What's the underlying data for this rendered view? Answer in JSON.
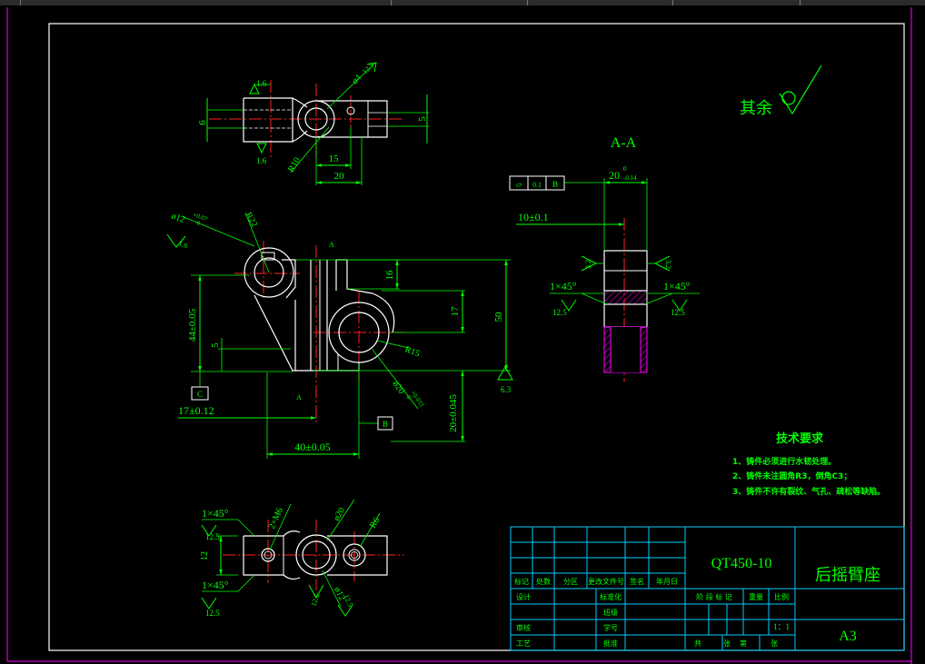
{
  "colors": {
    "background": "#000000",
    "frame": "#ffffff",
    "dimension": "#00ff00",
    "centerline": "#ff2020",
    "outline": "#ffffff",
    "table": "#00ccff",
    "hatch": "#ff00ff",
    "text": "#00ff00"
  },
  "top_view": {
    "dims": [
      "1.6",
      "ø4",
      "12.5",
      "6",
      "5",
      "1.6",
      "R10",
      "15",
      "20"
    ]
  },
  "section": {
    "title": "A-A",
    "width_dim": "20",
    "width_tol_upper": "0",
    "width_tol_lower": "-0.14",
    "flatness_symbol": "⏥",
    "flatness_value": "0.1",
    "flatness_datum": "B",
    "offset_dim": "10±0.1",
    "roughness_left": "3.2",
    "roughness_right": "3.2",
    "chamfer_left": "1×45°",
    "chamfer_right": "1×45°",
    "ra_left": "12.5",
    "ra_right": "12.5"
  },
  "front_view": {
    "hole_small_dim": "ø12",
    "hole_small_tol_upper": "+0.07",
    "hole_small_tol_lower": "0",
    "hole_small_ra": "1.6",
    "r22": "R22",
    "d16": "16",
    "d17": "17",
    "d50": "50",
    "r15": "R15",
    "d44": "44±0.05",
    "d5": "5",
    "ra63": "6.3",
    "bore_dim": "ø20",
    "bore_tol_upper": "+0.033",
    "bore_tol_lower": "0",
    "datum_c": "C",
    "d17_tol": "17±0.12",
    "datum_b": "B",
    "d20_tol": "20±0.045",
    "d40_tol": "40±0.05",
    "section_mark": "A"
  },
  "bottom_view": {
    "chamfer_top": "1×45°",
    "ra_top": "12.5",
    "hole_spec": "2×M6",
    "d_phi20": "ø20",
    "r6": "R6",
    "d12": "12",
    "chamfer_bottom": "1×45°",
    "ra_bottom": "12.5",
    "ra_b2": "12.5",
    "ra_b3": "12.5",
    "phi12": "ø12"
  },
  "surface_finish": {
    "label": "其余"
  },
  "tech_requirements": {
    "title": "技术要求",
    "items": [
      "1、铸件必须进行水韧处理。",
      "2、铸件未注圆角R3，倒角C3；",
      "3、铸件不许有裂纹、气孔、疏松等缺陷。"
    ]
  },
  "title_block": {
    "material": "QT450-10",
    "part_name": "后摇臂座",
    "sheet_size": "A3",
    "scale": "1：1",
    "row_labels": [
      "标记",
      "处数",
      "分区",
      "更改文件号",
      "签名",
      "年月日"
    ],
    "left_labels": [
      "设计",
      "审核",
      "工艺"
    ],
    "mid_labels": [
      "标准化",
      "班级",
      "学号",
      "批准"
    ],
    "stage_labels": [
      "阶 段 标 记",
      "重量",
      "比例"
    ],
    "sheet_row": [
      "共",
      "张",
      "第",
      "张"
    ]
  }
}
